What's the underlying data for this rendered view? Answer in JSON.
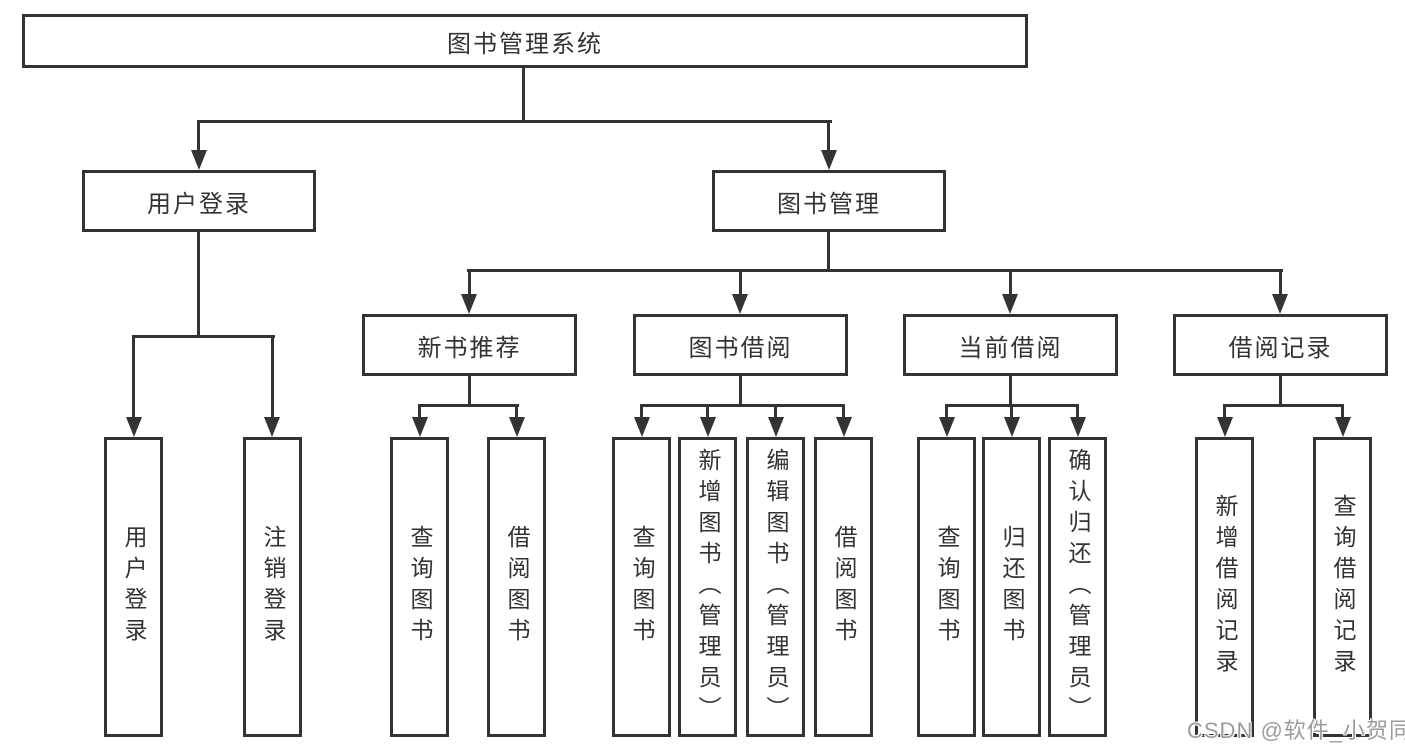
{
  "colors": {
    "line": "#333333",
    "text": "#333333",
    "box_background": "#ffffff",
    "page_background": "#ffffff",
    "watermark": "#9c9c9c"
  },
  "watermark": {
    "text": "CSDN @软件_小贺同学"
  },
  "tree": {
    "root": {
      "label": "图书管理系统"
    },
    "level2": [
      {
        "label": "用户登录",
        "children": [
          {
            "label": "用户登录"
          },
          {
            "label": "注销登录"
          }
        ]
      },
      {
        "label": "图书管理",
        "sections": [
          {
            "label": "新书推荐",
            "children": [
              {
                "label": "查询图书"
              },
              {
                "label": "借阅图书"
              }
            ]
          },
          {
            "label": "图书借阅",
            "children": [
              {
                "label": "查询图书"
              },
              {
                "label": "新增图书（管理员）"
              },
              {
                "label": "编辑图书（管理员）"
              },
              {
                "label": "借阅图书"
              }
            ]
          },
          {
            "label": "当前借阅",
            "children": [
              {
                "label": "查询图书"
              },
              {
                "label": "归还图书"
              },
              {
                "label": "确认归还（管理员）"
              }
            ]
          },
          {
            "label": "借阅记录",
            "children": [
              {
                "label": "新增借阅记录"
              },
              {
                "label": "查询借阅记录"
              }
            ]
          }
        ]
      }
    ]
  }
}
